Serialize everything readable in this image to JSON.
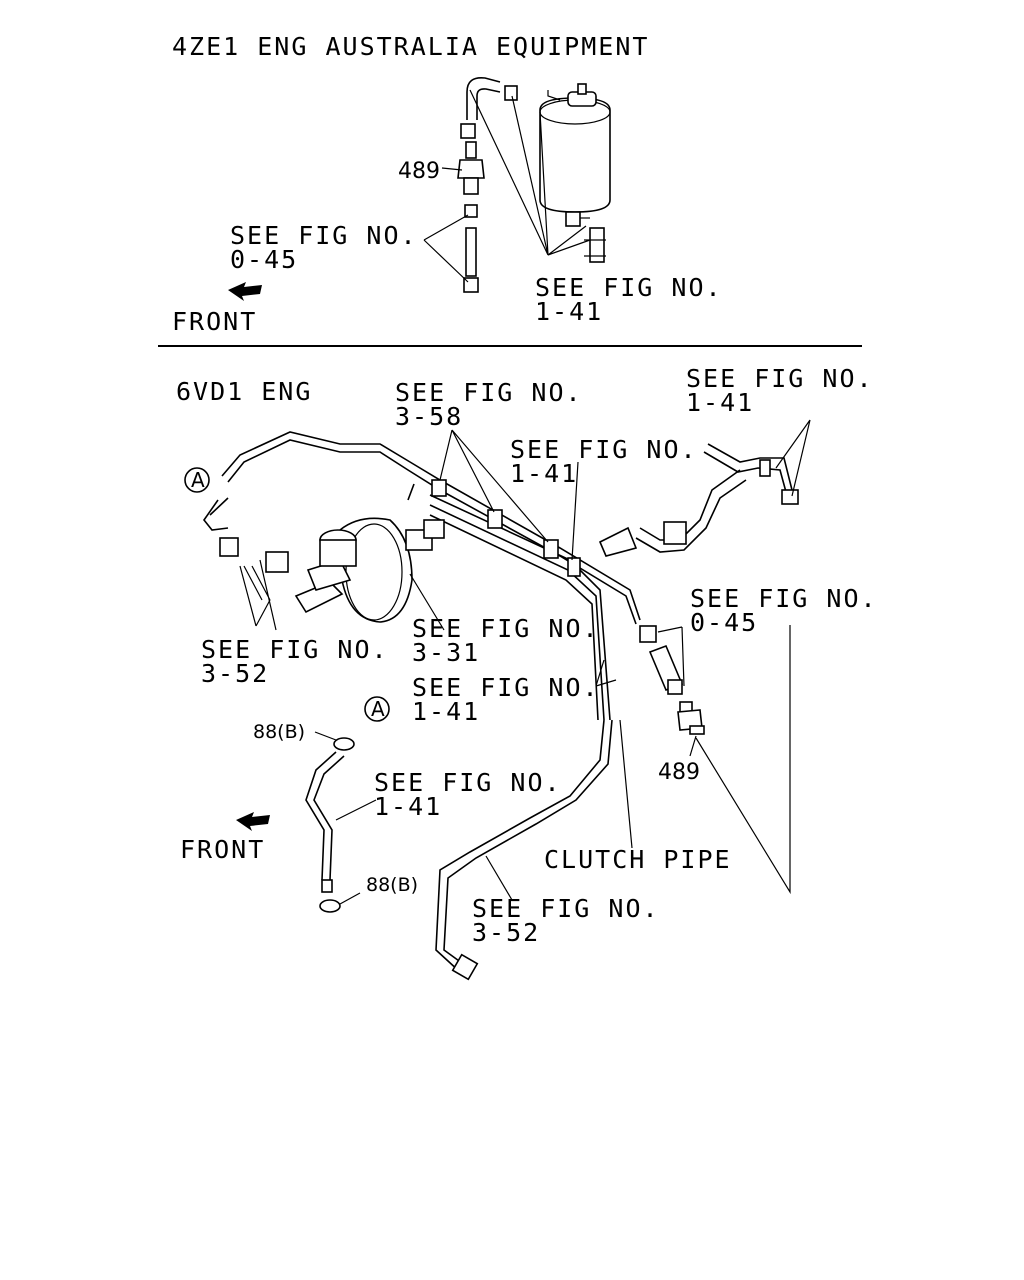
{
  "top": {
    "title": "4ZE1 ENG AUSTRALIA EQUIPMENT",
    "part_489": "489",
    "ref_045_line1": "SEE FIG NO.",
    "ref_045_line2": "0-45",
    "ref_141_line1": "SEE FIG NO.",
    "ref_141_line2": "1-41",
    "front": "FRONT"
  },
  "bottom": {
    "title": "6VD1 ENG",
    "ref_358_line1": "SEE FIG NO.",
    "ref_358_line2": "3-58",
    "ref_141a_line1": "SEE FIG NO.",
    "ref_141a_line2": "1-41",
    "ref_141b_line1": "SEE FIG NO.",
    "ref_141b_line2": "1-41",
    "ref_045_line1": "SEE FIG NO.",
    "ref_045_line2": "0-45",
    "ref_331_line1": "SEE FIG NO.",
    "ref_331_line2": "3-31",
    "ref_352a_line1": "SEE FIG NO.",
    "ref_352a_line2": "3-52",
    "ref_141c_line1": "SEE FIG NO.",
    "ref_141c_line2": "1-41",
    "ref_141d_line1": "SEE FIG NO.",
    "ref_141d_line2": "1-41",
    "part_489": "489",
    "clamp_upper": "88(B)",
    "clamp_lower": "88(B)",
    "callout_a": "A",
    "clutch_pipe": "CLUTCH PIPE",
    "ref_352b_line1": "SEE FIG NO.",
    "ref_352b_line2": "3-52",
    "front": "FRONT"
  }
}
